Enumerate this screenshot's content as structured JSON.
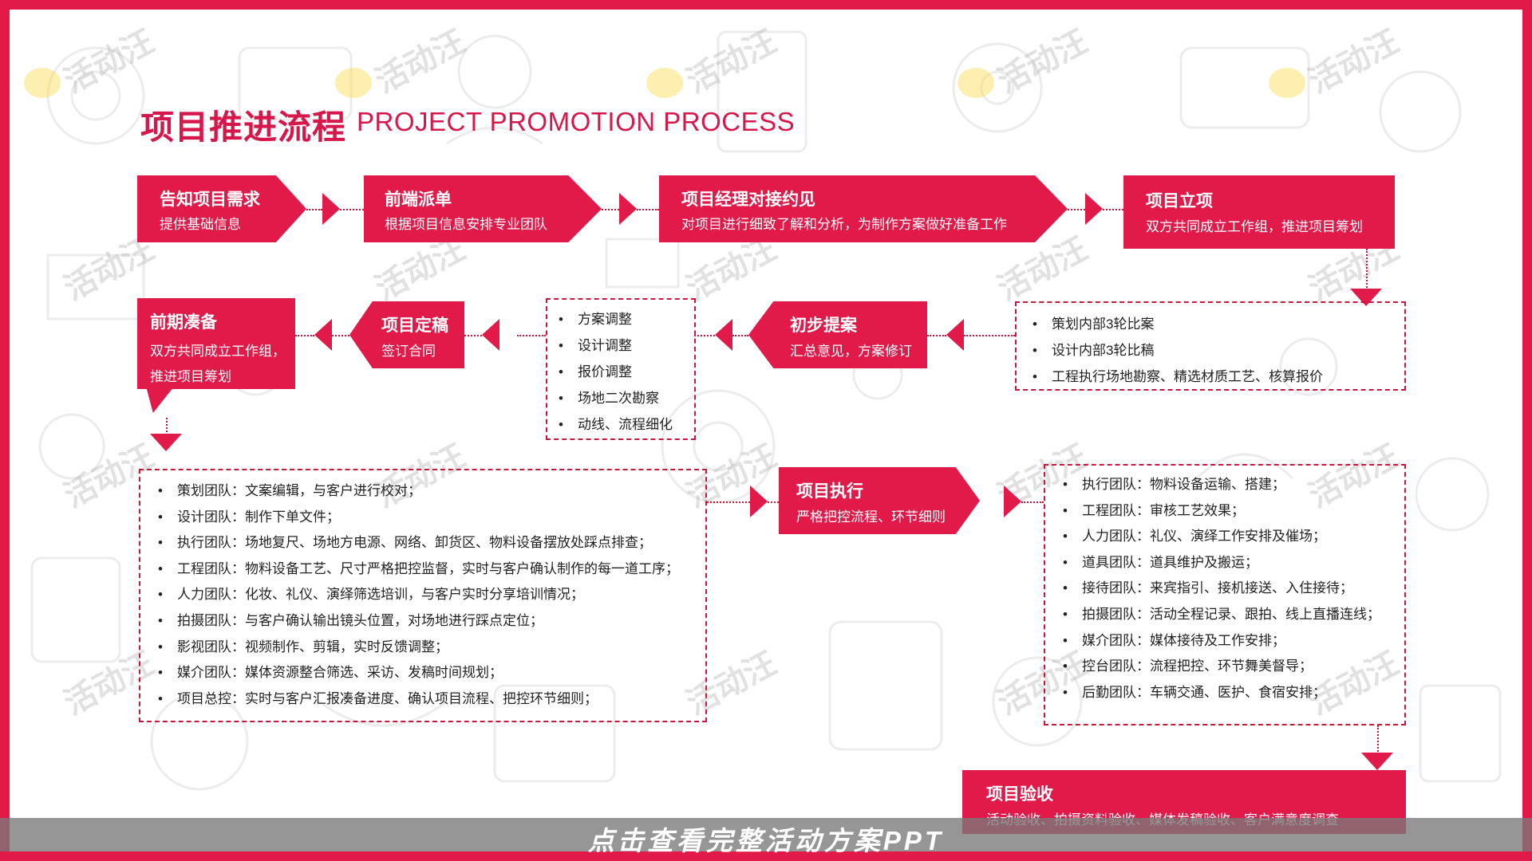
{
  "title": {
    "cn": "项目推进流程",
    "en": "PROJECT PROMOTION PROCESS"
  },
  "watermark": "活动汪",
  "banner": "点击查看完整活动方案PPT",
  "accent_color": "#e11a4a",
  "steps": {
    "notify": {
      "title": "告知项目需求",
      "sub": "提供基础信息"
    },
    "dispatch": {
      "title": "前端派单",
      "sub": "根据项目信息安排专业团队"
    },
    "pm": {
      "title": "项目经理对接约见",
      "sub": "对项目进行细致了解和分析，为制作方案做好准备工作"
    },
    "approve": {
      "title": "项目立项",
      "sub": "双方共同成立工作组，推进项目筹划"
    },
    "prelim": {
      "title": "初步提案",
      "sub": "汇总意见，方案修订"
    },
    "final": {
      "title": "项目定稿",
      "sub": "签订合同"
    },
    "prep": {
      "title": "前期凑备",
      "sub1": "双方共同成立工作组，",
      "sub2": "推进项目筹划"
    },
    "exec": {
      "title": "项目执行",
      "sub": "严格把控流程、环节细则"
    },
    "accept": {
      "title": "项目验收",
      "sub": "活动验收、拍摄资料验收、媒体发稿验收、客户满意度调查"
    }
  },
  "lists": {
    "planning": [
      "策划内部3轮比案",
      "设计内部3轮比稿",
      "工程执行场地勘察、精选材质工艺、核算报价"
    ],
    "adjust": [
      "方案调整",
      "设计调整",
      "报价调整",
      "场地二次勘察",
      "动线、流程细化"
    ],
    "prep_teams": [
      "策划团队：文案编辑，与客户进行校对；",
      "设计团队：制作下单文件；",
      "执行团队：场地复尺、场地方电源、网络、卸货区、物料设备摆放处踩点排查；",
      "工程团队：物料设备工艺、尺寸严格把控监督，实时与客户确认制作的每一道工序；",
      "人力团队：化妆、礼仪、演绎筛选培训，与客户实时分享培训情况；",
      "拍摄团队：与客户确认输出镜头位置，对场地进行踩点定位；",
      "影视团队：视频制作、剪辑，实时反馈调整；",
      "媒介团队：媒体资源整合筛选、采访、发稿时间规划；",
      "项目总控：实时与客户汇报凑备进度、确认项目流程、把控环节细则；"
    ],
    "exec_teams": [
      "执行团队：物料设备运输、搭建；",
      "工程团队：审核工艺效果；",
      "人力团队：礼仪、演绎工作安排及催场；",
      "道具团队：道具维护及搬运；",
      "接待团队：来宾指引、接机接送、入住接待；",
      "拍摄团队：活动全程记录、跟拍、线上直播连线；",
      "媒介团队：媒体接待及工作安排；",
      "控台团队：流程把控、环节舞美督导；",
      "后勤团队：车辆交通、医护、食宿安排；"
    ]
  }
}
